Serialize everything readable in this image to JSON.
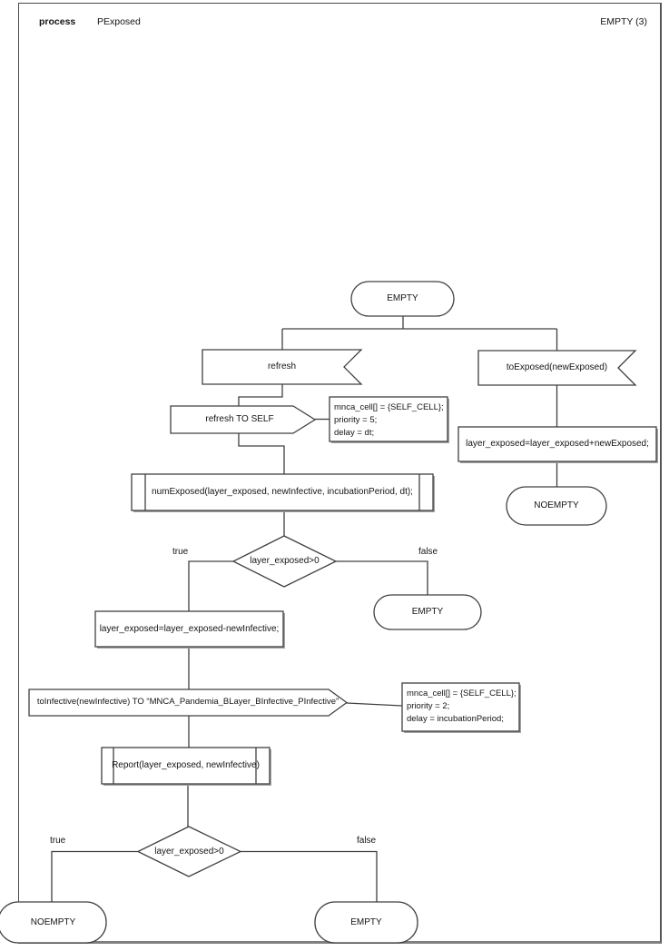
{
  "header": {
    "kind": "process",
    "name": "PExposed",
    "page_ref": "EMPTY (3)"
  },
  "states": {
    "top": "EMPTY",
    "right_noempty": "NOEMPTY",
    "mid_empty": "EMPTY",
    "bottom_noempty": "NOEMPTY",
    "bottom_empty": "EMPTY"
  },
  "signals": {
    "refresh": "refresh",
    "to_exposed": "toExposed(newExposed)"
  },
  "outputs": {
    "refresh_self": "refresh TO SELF",
    "to_infective": "toInfective(newInfective) TO “MNCA_Pandemia_BLayer_BInfective_PInfective”"
  },
  "actions": {
    "add": "layer_exposed=layer_exposed+newExposed;",
    "sub": "layer_exposed=layer_exposed-newInfective;"
  },
  "procedures": {
    "num_exposed": "numExposed(layer_exposed, newInfective, incubationPeriod, dt);",
    "report": "Report(layer_exposed, newInfective)"
  },
  "decisions": {
    "d1": "layer_exposed>0",
    "d2": "layer_exposed>0"
  },
  "branch_labels": {
    "d1_true": "true",
    "d1_false": "false",
    "d2_true": "true",
    "d2_false": "false"
  },
  "notes": {
    "note1": {
      "l1": "mnca_cell[] = {SELF_CELL};",
      "l2": "priority = 5;",
      "l3": "delay = dt;"
    },
    "note2": {
      "l1": "mnca_cell[] = {SELF_CELL};",
      "l2": "priority = 2;",
      "l3": "delay = incubationPeriod;"
    }
  },
  "colors": {
    "stroke": "#404040",
    "shadow": "#a3a3a3",
    "fill": "#ffffff"
  }
}
